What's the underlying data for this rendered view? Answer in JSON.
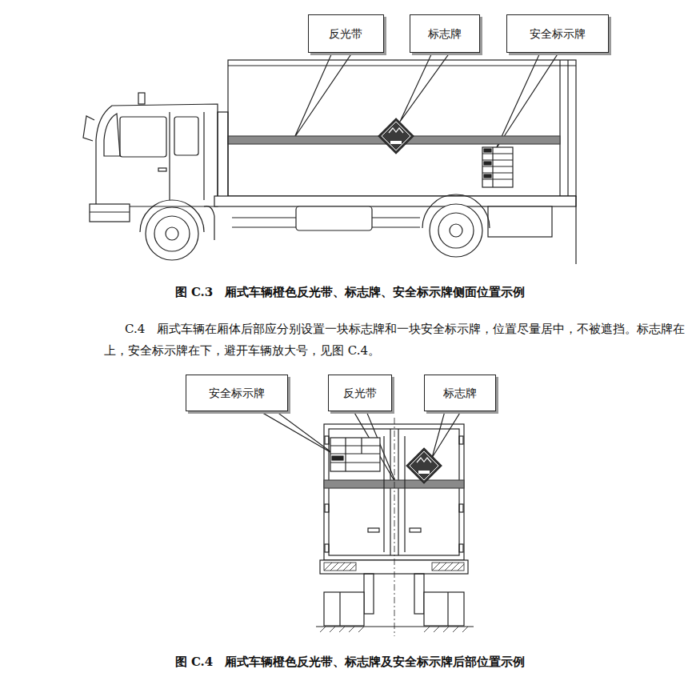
{
  "diagram": {
    "nodes": [
      {
        "text": [
          "反光带"
        ]
      },
      {
        "text": [
          "标志牌"
        ]
      },
      {
        "text": [
          "安全标示牌"
        ]
      },
      {
        "text": [
          "安全标示牌"
        ]
      },
      {
        "text": [
          "反光带"
        ]
      },
      {
        "text": [
          "标志牌"
        ]
      }
    ],
    "labels": [
      "图 C.3　厢式车辆橙色反光带、标志牌、安全标示牌侧面位置示例",
      "C.4　厢式车辆在厢体后部应分别设置一块标志牌和一块安全标示牌，位置尽量居中，不被遮挡。标志牌在上，安全标示牌在下，避开车辆放大号，见图 C.4。",
      "图 C.4　厢式车辆橙色反光带、标志牌及安全标示牌后部位置示例"
    ]
  }
}
